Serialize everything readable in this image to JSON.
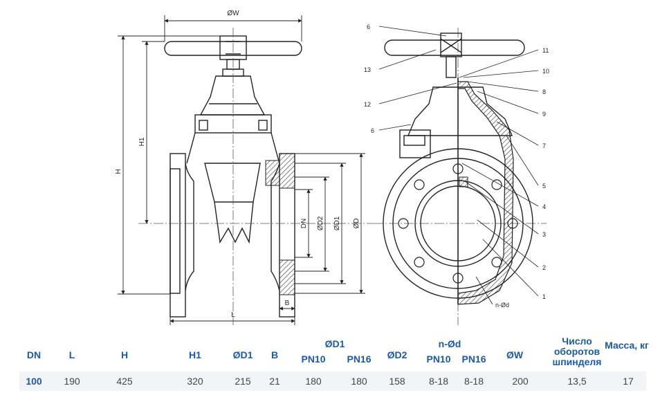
{
  "drawing": {
    "dims": {
      "w": "ØW",
      "h": "H",
      "h1": "H1",
      "dn": "DN",
      "d2": "ØD2",
      "d1": "ØD1",
      "d": "ØD",
      "l": "L",
      "b": "B",
      "nd": "n-Ød"
    },
    "callouts": [
      "6",
      "13",
      "12",
      "6",
      "11",
      "10",
      "8",
      "9",
      "7",
      "5",
      "4",
      "3",
      "2",
      "1"
    ]
  },
  "table": {
    "headers": {
      "dn": "DN",
      "l": "L",
      "h": "H",
      "h1": "H1",
      "d1": "ØD1",
      "b": "B",
      "d1_pn_group": "ØD1",
      "d1_pn10": "PN10",
      "d1_pn16": "PN16",
      "d2": "ØD2",
      "nd_group": "n-Ød",
      "nd_pn10": "PN10",
      "nd_pn16": "PN16",
      "w": "ØW",
      "turns_l1": "Число",
      "turns_l2": "оборотов",
      "turns_l3": "шпинделя",
      "mass": "Масса, кг"
    },
    "row": {
      "dn": "100",
      "l": "190",
      "h": "425",
      "h1": "320",
      "d1": "215",
      "b": "21",
      "d1_pn10": "180",
      "d1_pn16": "180",
      "d2": "158",
      "nd_pn10": "8-18",
      "nd_pn16": "8-18",
      "w": "200",
      "turns": "13,5",
      "mass": "17"
    }
  }
}
